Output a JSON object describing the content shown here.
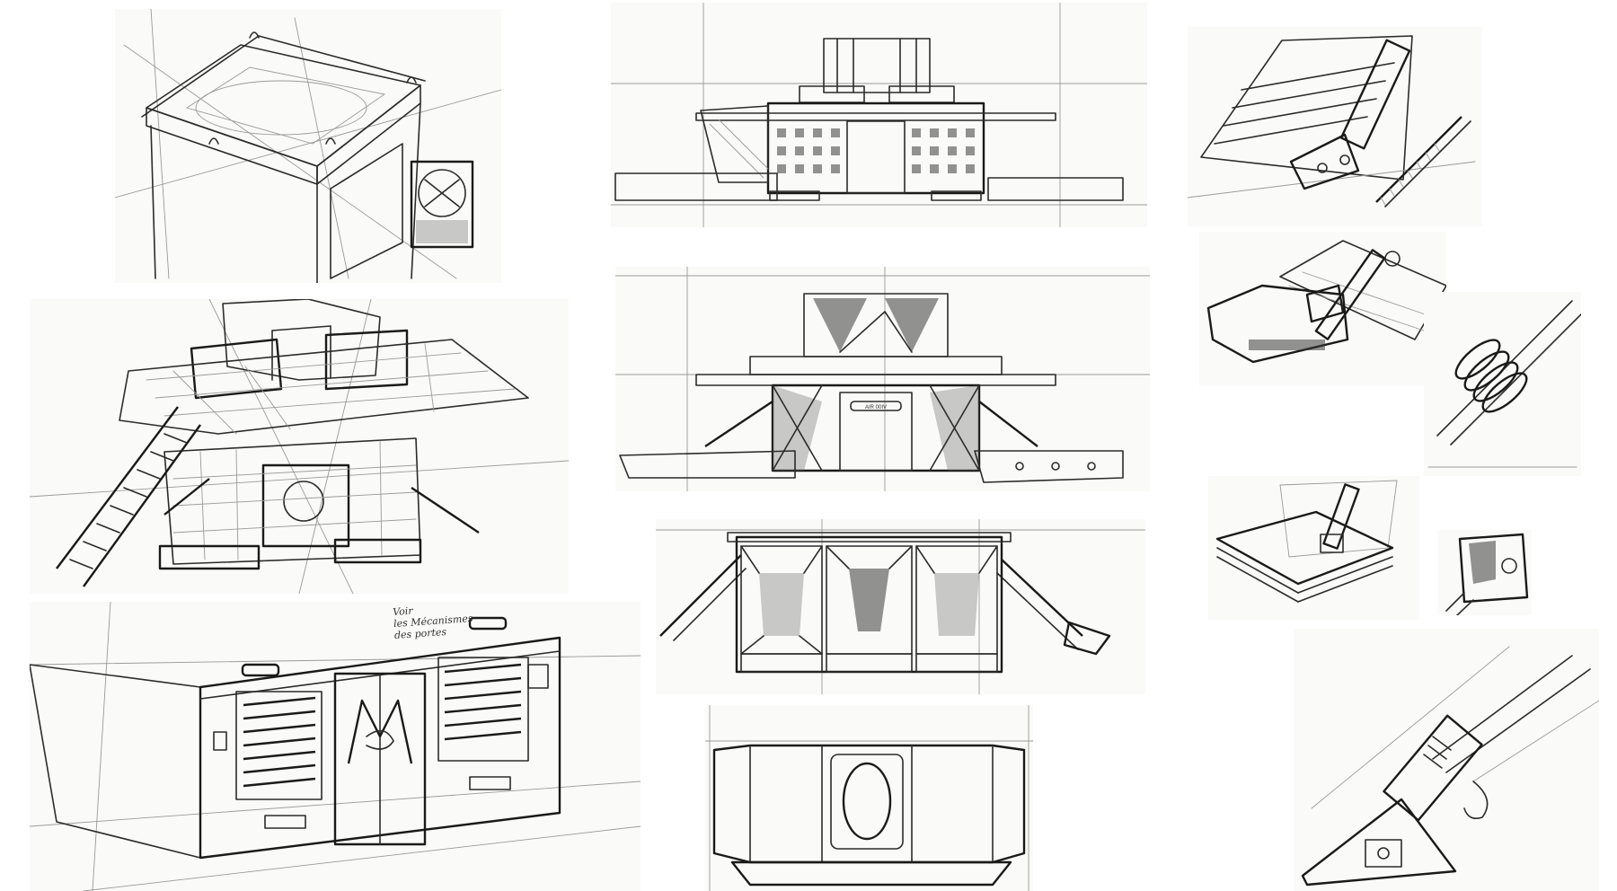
{
  "annotations": {
    "note_line1": "Voir",
    "note_line2": "les Mécanismes",
    "note_line3": "des portes"
  },
  "plates": {
    "door_label": "AIR 00IV"
  },
  "colors": {
    "paper": "#fafaf8",
    "background": "#ffffff",
    "graphite": "#2b2b2b",
    "construction": "#9a9a9a"
  }
}
